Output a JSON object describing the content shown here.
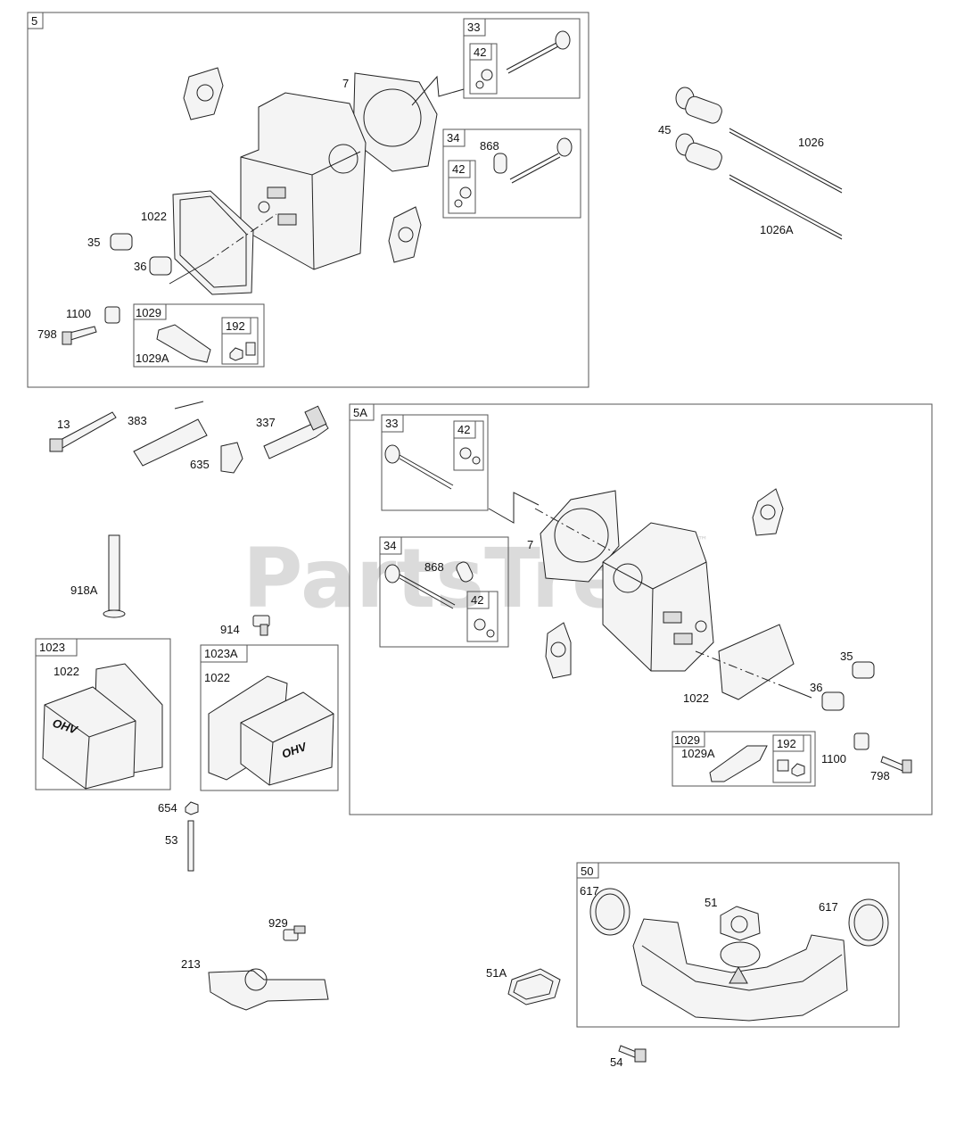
{
  "watermark": {
    "text": "PartsTree",
    "tm": "™"
  },
  "group_boxes": {
    "g5": "5",
    "g5a": "5A",
    "g33": "33",
    "g42a": "42",
    "g34": "34",
    "g42b": "42",
    "g1029": "1029",
    "g192": "192",
    "g5a33": "33",
    "g5a42a": "42",
    "g5a34": "34",
    "g5a42b": "42",
    "g5a1029": "1029",
    "g5a192": "192",
    "g1023": "1023",
    "g1023a": "1023A",
    "g50": "50"
  },
  "part_labels": {
    "p7": "7",
    "p868": "868",
    "p1022": "1022",
    "p35": "35",
    "p36": "36",
    "p1100": "1100",
    "p798": "798",
    "p1029a": "1029A",
    "p45": "45",
    "p1026": "1026",
    "p1026a": "1026A",
    "p13": "13",
    "p383": "383",
    "p337": "337",
    "p635": "635",
    "p918a": "918A",
    "p914": "914",
    "p5a7": "7",
    "p5a868": "868",
    "p5a1022": "1022",
    "p5a35": "35",
    "p5a36": "36",
    "p5a1029a": "1029A",
    "p5a1100": "1100",
    "p5a798": "798",
    "p1023_1022": "1022",
    "p1023a_1022": "1022",
    "p654": "654",
    "p53": "53",
    "p929": "929",
    "p213": "213",
    "p51a": "51A",
    "p51": "51",
    "p617a": "617",
    "p617b": "617",
    "p54": "54"
  },
  "cover_logo": "OHV"
}
